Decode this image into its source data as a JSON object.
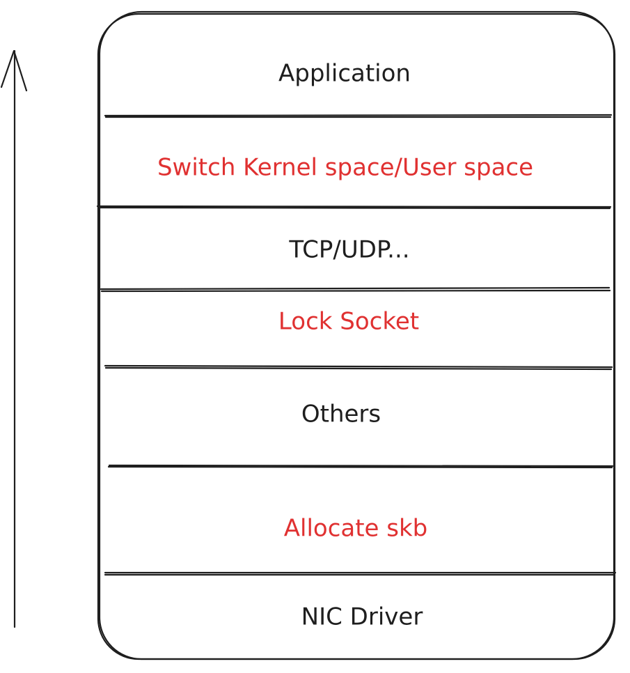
{
  "colors": {
    "stroke": "#1e1e1e",
    "normal_text": "#1e1e1e",
    "highlight_text": "#e03131",
    "background": "#ffffff"
  },
  "arrow": {
    "direction": "up"
  },
  "layers": [
    {
      "label": "Application",
      "highlight": false
    },
    {
      "label": "Switch Kernel space/User space",
      "highlight": true
    },
    {
      "label": "TCP/UDP...",
      "highlight": false
    },
    {
      "label": "Lock Socket",
      "highlight": true
    },
    {
      "label": "Others",
      "highlight": false
    },
    {
      "label": "Allocate skb",
      "highlight": true
    },
    {
      "label": "NIC Driver",
      "highlight": false
    }
  ]
}
